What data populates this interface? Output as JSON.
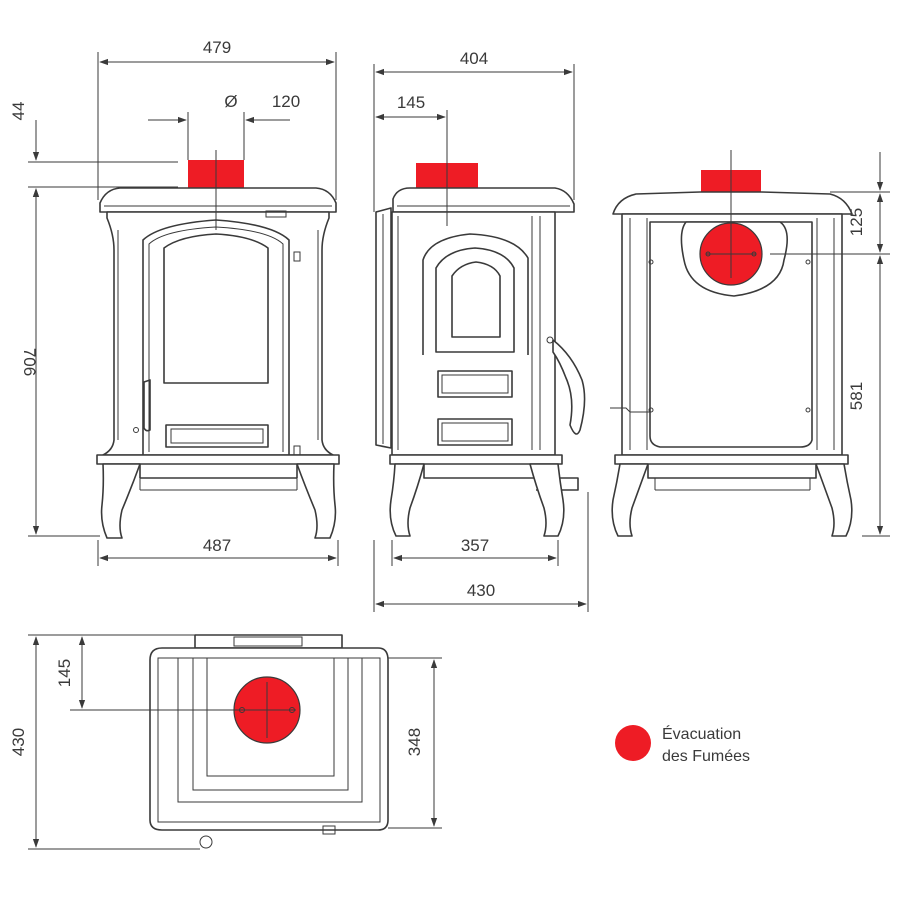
{
  "dimensions": {
    "front_top_width": "479",
    "front_flue_diameter_symbol": "Ø",
    "front_flue_diameter": "120",
    "front_flue_height": "44",
    "front_total_height": "706",
    "front_feet_width": "487",
    "side_top_depth": "404",
    "side_flue_offset": "145",
    "side_feet_depth": "357",
    "side_total_depth": "430",
    "rear_flue_offset": "125",
    "rear_outlet_height": "581",
    "top_total_depth": "430",
    "top_flue_offset": "145",
    "top_inner_depth": "348"
  },
  "legend": {
    "line1": "Évacuation",
    "line2": "des Fumées",
    "color": "#ee1c25"
  }
}
